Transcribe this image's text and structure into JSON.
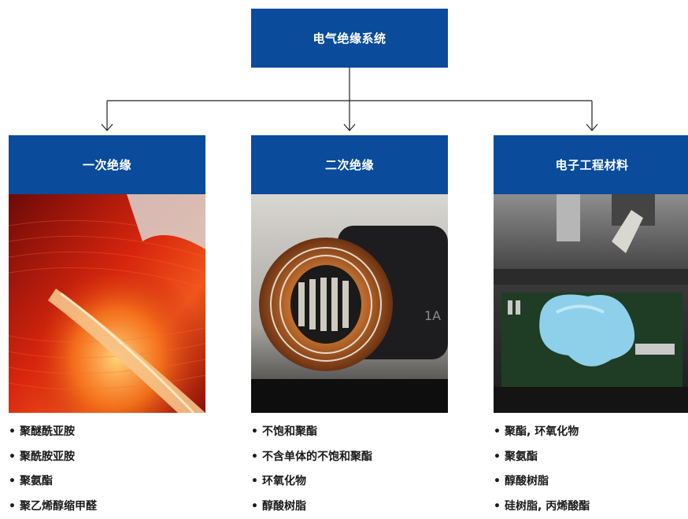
{
  "root": {
    "label": "电气绝缘系统"
  },
  "categories": [
    {
      "label": "一次绝缘",
      "photo_icon": "copper-wire-coils-photo",
      "items": [
        "聚醚酰亚胺",
        "聚酰胺亚胺",
        "聚氨酯",
        "聚乙烯醇缩甲醛"
      ]
    },
    {
      "label": "二次绝缘",
      "photo_icon": "motor-stator-winding-photo",
      "items": [
        "不饱和聚酯",
        "不含单体的不饱和聚酯",
        "环氧化物",
        "醇酸树脂"
      ]
    },
    {
      "label": "电子工程材料",
      "photo_icon": "circuit-board-potting-photo",
      "items": [
        "聚酯, 环氧化物",
        "聚氨酯",
        "醇酸树脂",
        "硅树脂, 丙烯酸酯"
      ]
    }
  ],
  "bullet": "•",
  "colors": {
    "box_fill": "#0a4b9b",
    "box_text": "#ffffff",
    "connector": "#222222",
    "list_text": "#1a1a1a"
  }
}
